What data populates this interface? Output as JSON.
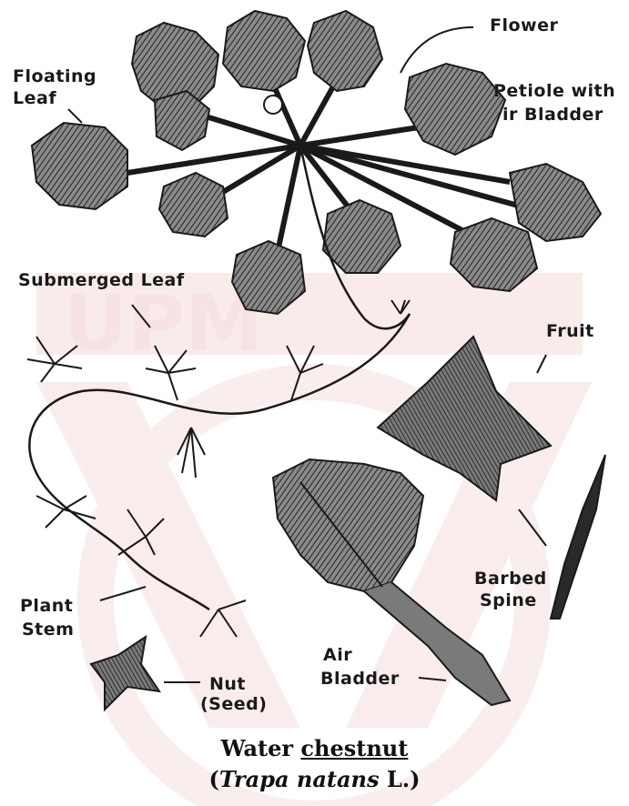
{
  "labels": {
    "flower": "Flower",
    "floating_leaf_1": "Floating",
    "floating_leaf_2": "Leaf",
    "petiole_1": "Petiole with",
    "petiole_2": "ir Bladder",
    "submerged_leaf": "Submerged Leaf",
    "fruit": "Fruit",
    "barbed_1": "Barbed",
    "barbed_2": "Spine",
    "plant_stem_1": "Plant",
    "plant_stem_2": "Stem",
    "air_bladder_1": "Air",
    "air_bladder_2": "Bladder",
    "nut_1": "Nut",
    "nut_2": "(Seed)"
  },
  "caption": {
    "word1": "Water",
    "word2": "chestnut",
    "genus": "Trapa",
    "species": "natans",
    "author": "L."
  },
  "watermark": {
    "text": "UPM",
    "color": "#e9b0b0"
  },
  "colors": {
    "ink": "#1a1a1a",
    "leaf_fill": "#6f6f6f"
  }
}
